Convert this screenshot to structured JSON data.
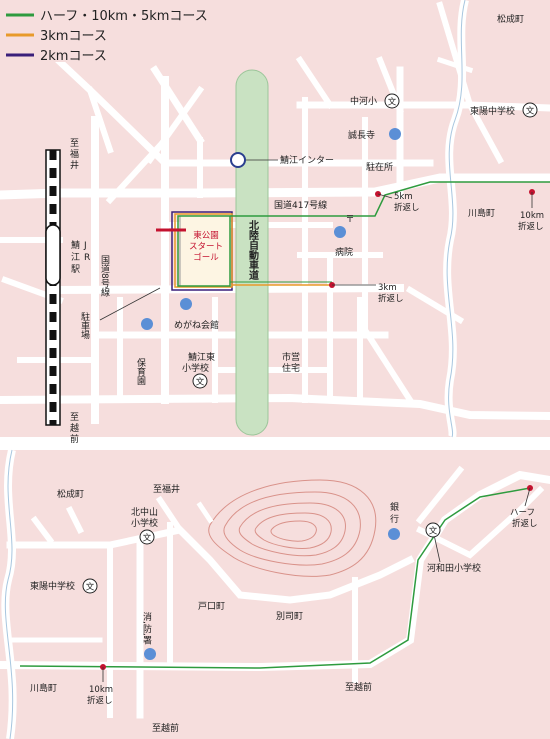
{
  "legend": [
    {
      "label": "ハーフ・10km・5kmコース",
      "color": "#2e9b3e"
    },
    {
      "label": "3kmコース",
      "color": "#e89a2a"
    },
    {
      "label": "2kmコース",
      "color": "#3a1f7a"
    }
  ],
  "colors": {
    "land": "#f6dedd",
    "road": "#ffffff",
    "expressway": "#c9e2c2",
    "river": "#ffffff",
    "poi": "#5b8fd6",
    "checkpoint": "#c4122f",
    "contour": "#d9928a",
    "park_fill": "#fdf5e3"
  },
  "top_map": {
    "labels": {
      "matsunari": "松成町",
      "nakagawa_elem": "中河小",
      "higashiyo_jhs": "東陽中学校",
      "seichoji": "誠長寺",
      "sabae_ic": "鯖江インター",
      "chuzaisho": "駐在所",
      "route417": "国道417号線",
      "turn5k": [
        "5km",
        "折返し"
      ],
      "kawashima": "川島町",
      "turn10k": [
        "10km",
        "折返し"
      ],
      "hospital": "病院",
      "turn3k": [
        "3km",
        "折返し"
      ],
      "start": [
        "東公園",
        "スタート",
        "ゴール"
      ],
      "hokuriku": "北陸自動車道",
      "megane": "めがね会館",
      "shiei": [
        "市営",
        "住宅"
      ],
      "sabae_higashi": [
        "鯖江東",
        "小学校"
      ],
      "hoikuen": "保育園",
      "route8": "国道8号線",
      "chushajo": "駐車場",
      "sabae_jr": [
        "鯖",
        "江",
        "駅"
      ],
      "jr_mark": [
        "J",
        "R"
      ],
      "to_fukui": [
        "至",
        "福",
        "井"
      ],
      "to_echizen": [
        "至",
        "越",
        "前"
      ],
      "school_mark": "文",
      "post_mark": "〒"
    }
  },
  "bottom_map": {
    "labels": {
      "matsunari": "松成町",
      "to_fukui": "至福井",
      "kitanakayama": [
        "北中山",
        "小学校"
      ],
      "ginko": [
        "銀",
        "行"
      ],
      "half_turn": [
        "ハーフ",
        "折返し"
      ],
      "kawawada": "河和田小学校",
      "higashiyo_jhs": "東陽中学校",
      "shobosho": [
        "消",
        "防",
        "署"
      ],
      "toguchi": "戸口町",
      "betsushi": "別司町",
      "to_echizen_a": "至越前",
      "kawashima": "川島町",
      "turn10k": [
        "10km",
        "折返し"
      ],
      "to_echizen_b": "至越前",
      "school_mark": "文"
    }
  }
}
